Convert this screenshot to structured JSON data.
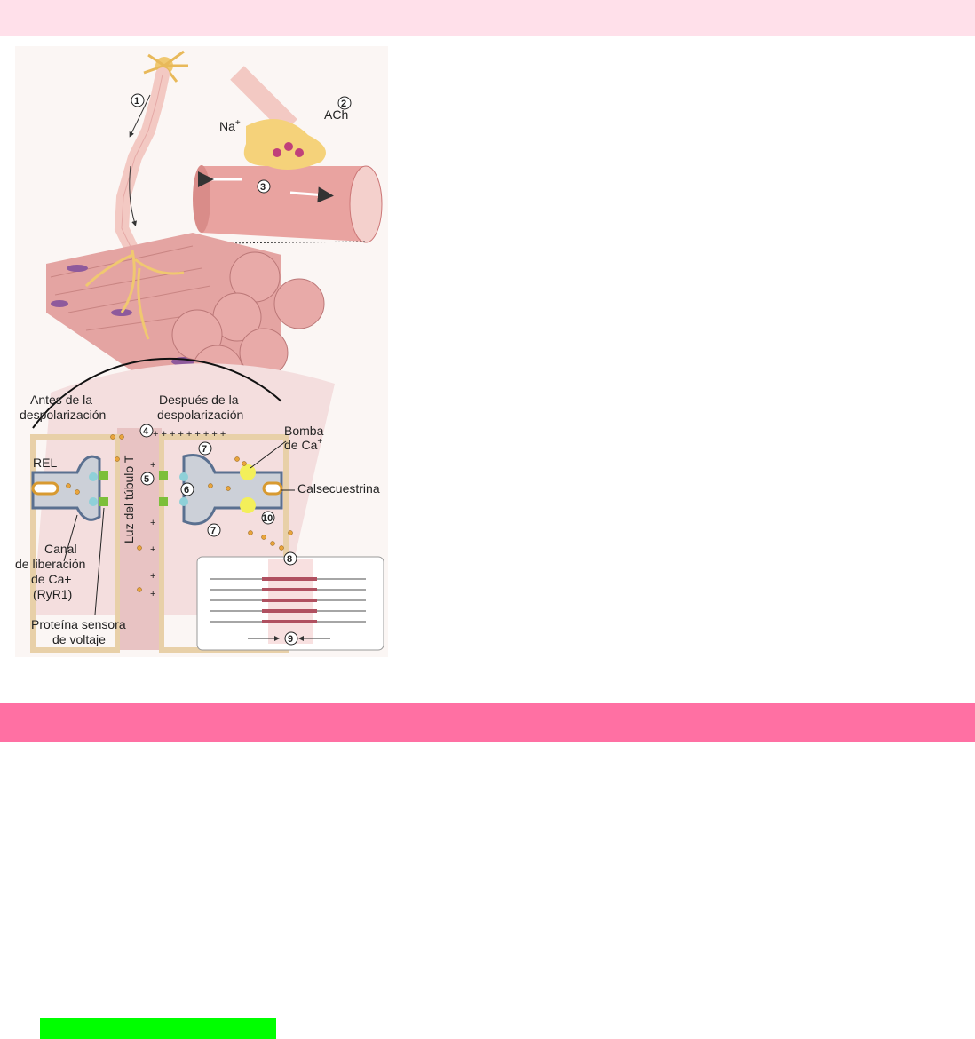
{
  "figure": {
    "labels": {
      "ach": "ACh",
      "na": "Na",
      "na_sup": "+",
      "before_1": "Antes de la",
      "before_2": "despolarización",
      "after_1": "Después de la",
      "after_2": "despolarización",
      "rel": "REL",
      "ttubule": "Luz del túbulo T",
      "pump_1": "Bomba",
      "pump_2": "de Ca",
      "pump_sup": "+",
      "calsequestrin": "Calsecuestrina",
      "channel_1": "Canal",
      "channel_2": "de liberación",
      "channel_3": "de Ca+",
      "channel_4": "(RyR1)",
      "sensor_1": "Proteína sensora",
      "sensor_2": "de voltaje"
    },
    "steps": [
      "1",
      "2",
      "3",
      "4",
      "5",
      "6",
      "7",
      "7",
      "8",
      "9",
      "10"
    ]
  },
  "colors": {
    "top_bar": "#ffe0ea",
    "mid_bar": "#ff70a3",
    "green_block": "#00ff00"
  }
}
